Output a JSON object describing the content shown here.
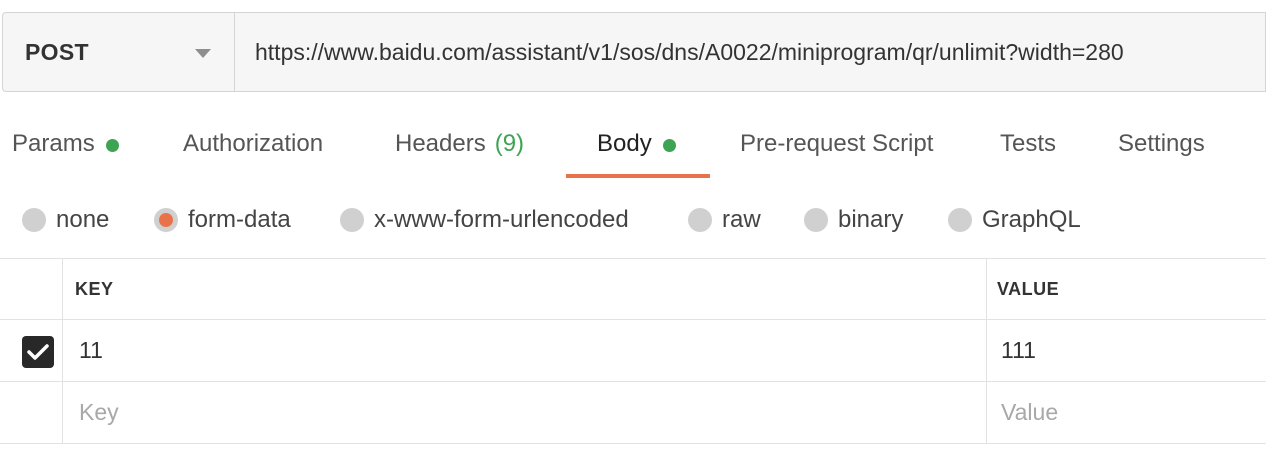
{
  "request": {
    "method": "POST",
    "url": "https://www.baidu.com/assistant/v1/sos/dns/A0022/miniprogram/qr/unlimit?width=280"
  },
  "tabs": [
    {
      "label": "Params",
      "has_dot": true
    },
    {
      "label": "Authorization"
    },
    {
      "label": "Headers",
      "count": "(9)"
    },
    {
      "label": "Body",
      "has_dot": true,
      "active": true
    },
    {
      "label": "Pre-request Script"
    },
    {
      "label": "Tests"
    },
    {
      "label": "Settings"
    }
  ],
  "body_types": [
    {
      "label": "none"
    },
    {
      "label": "form-data",
      "selected": true
    },
    {
      "label": "x-www-form-urlencoded"
    },
    {
      "label": "raw"
    },
    {
      "label": "binary"
    },
    {
      "label": "GraphQL"
    }
  ],
  "table": {
    "headers": {
      "key": "KEY",
      "value": "VALUE"
    },
    "rows": [
      {
        "checked": true,
        "key": "11",
        "value": "111"
      }
    ],
    "new_row": {
      "key_placeholder": "Key",
      "value_placeholder": "Value"
    }
  },
  "colors": {
    "accent": "#e8734a",
    "status_dot": "#3ea352",
    "radio_unselected": "#d0d0d0",
    "field_background": "#f6f6f6"
  },
  "icons": {
    "method_dropdown": "chevron-down-icon",
    "row_checkbox": "checkmark-icon"
  }
}
